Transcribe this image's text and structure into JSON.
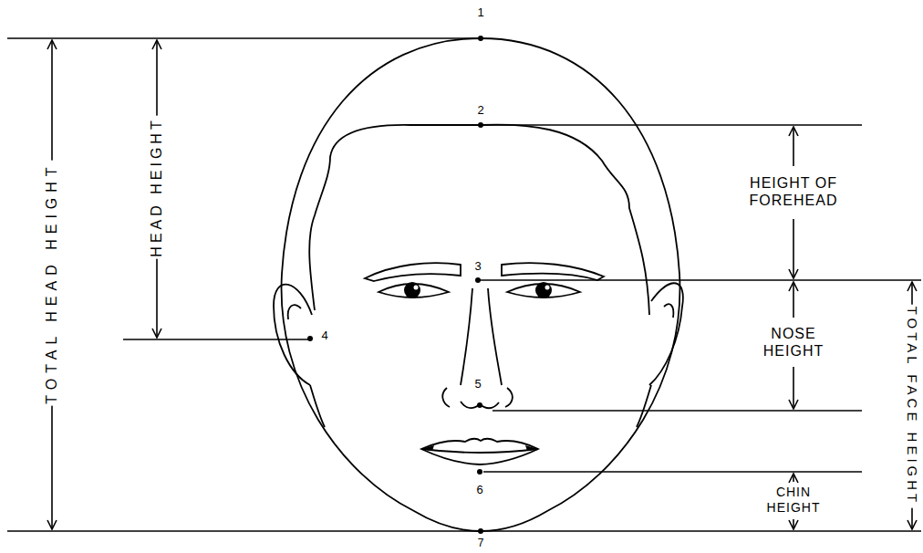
{
  "diagram": {
    "labels": [
      "1",
      "TOTAL HEAD HEIGHT",
      "HEAD HEIGHT",
      "2",
      "HEIGHT OF FOREHEAD",
      "3",
      "4",
      "NOSE HEIGHT",
      "TOTAL FACE HEIGHT",
      "5",
      "6",
      "CHIN HEIGHT",
      "7"
    ]
  }
}
